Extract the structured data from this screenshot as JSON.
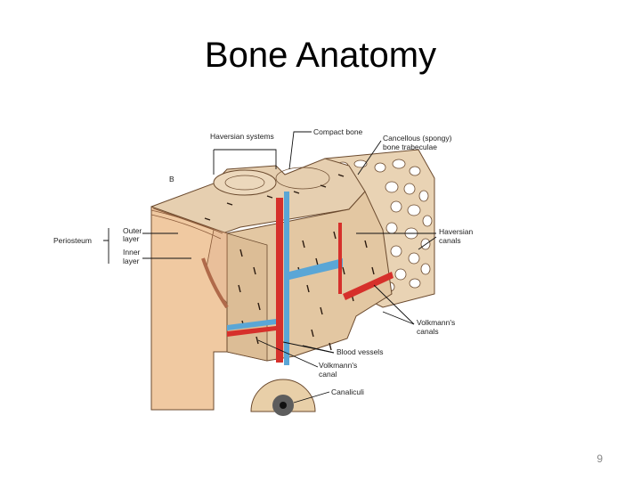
{
  "slide": {
    "title": "Bone Anatomy",
    "page_number": "9"
  },
  "diagram": {
    "panel_letter": "B",
    "labels": {
      "haversian_systems": "Haversian systems",
      "compact_bone": "Compact bone",
      "cancellous_1": "Cancellous (spongy)",
      "cancellous_2": "bone trabeculae",
      "periosteum": "Periosteum",
      "outer_layer_1": "Outer",
      "outer_layer_2": "layer",
      "inner_layer_1": "Inner",
      "inner_layer_2": "layer",
      "haversian_canals_1": "Haversian",
      "haversian_canals_2": "canals",
      "volkmanns_canals_1": "Volkmann's",
      "volkmanns_canals_2": "canals",
      "blood_vessels": "Blood vessels",
      "volkmanns_canal_1": "Volkmann's",
      "volkmanns_canal_2": "canal",
      "canaliculi": "Canaliculi"
    },
    "colors": {
      "bone": "#e8c9a4",
      "bone_dark": "#c9a07a",
      "periosteum": "#f0c6a0",
      "artery": "#d6302b",
      "vein": "#5aa6d6"
    }
  }
}
